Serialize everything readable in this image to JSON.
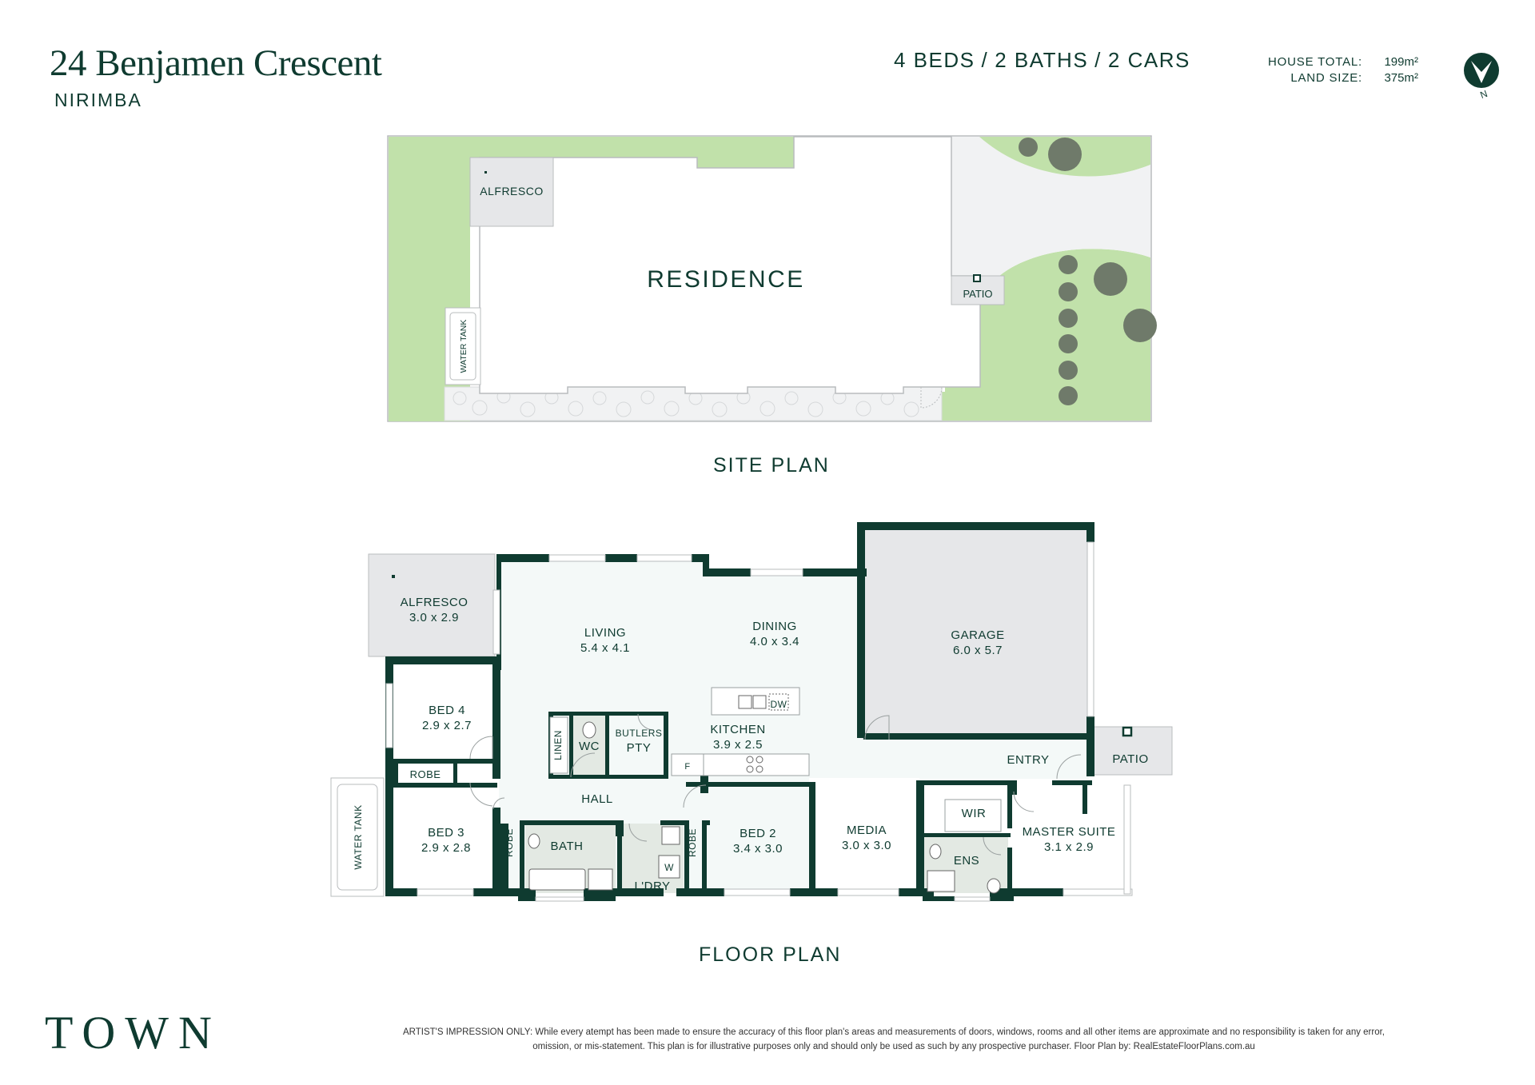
{
  "header": {
    "title": "24 Benjamen Crescent",
    "suburb": "NIRIMBA",
    "beds": "4 BEDS",
    "baths": "2 BATHS",
    "cars": "2 CARS",
    "house_total_label": "HOUSE TOTAL:",
    "house_total_value": "199m²",
    "land_size_label": "LAND SIZE:",
    "land_size_value": "375m²",
    "compass_label": "N"
  },
  "site_plan": {
    "section_title": "SITE PLAN",
    "residence_label": "RESIDENCE",
    "alfresco_label": "ALFRESCO",
    "patio_label": "PATIO",
    "water_tank_label": "WATER TANK"
  },
  "floor_plan": {
    "section_title": "FLOOR PLAN",
    "rooms": {
      "alfresco": {
        "name": "ALFRESCO",
        "size": "3.0 x 2.9"
      },
      "living": {
        "name": "LIVING",
        "size": "5.4 x 4.1"
      },
      "dining": {
        "name": "DINING",
        "size": "4.0 x 3.4"
      },
      "garage": {
        "name": "GARAGE",
        "size": "6.0 x 5.7"
      },
      "bed4": {
        "name": "BED 4",
        "size": "2.9 x 2.7"
      },
      "bed3": {
        "name": "BED 3",
        "size": "2.9 x 2.8"
      },
      "bed2": {
        "name": "BED 2",
        "size": "3.4 x 3.0"
      },
      "kitchen": {
        "name": "KITCHEN",
        "size": "3.9 x 2.5"
      },
      "media": {
        "name": "MEDIA",
        "size": "3.0 x 3.0"
      },
      "master": {
        "name": "MASTER SUITE",
        "size": "3.1 x 2.9"
      }
    },
    "labels": {
      "robe": "ROBE",
      "linen": "LINEN",
      "wc": "WC",
      "butlers": "BUTLERS",
      "pty": "PTY",
      "hall": "HALL",
      "bath": "BATH",
      "laundry": "L'DRY",
      "w": "W",
      "f": "F",
      "dw": "DW",
      "entry": "ENTRY",
      "patio": "PATIO",
      "wir": "WIR",
      "ens": "ENS",
      "water_tank": "WATER TANK"
    }
  },
  "footer": {
    "logo": "TOWN",
    "disclaimer": "ARTIST'S IMPRESSION ONLY: While every atempt has been made to ensure the accuracy of this floor plan's areas and measurements of doors, windows, rooms and all other items are approximate and no responsibility is taken for any error, omission, or mis-statement. This plan is for illustrative purposes only and should only be used as such by any prospective purchaser. Floor Plan by: RealEstateFloorPlans.com.au"
  },
  "colors": {
    "brand": "#0f3b30",
    "lawn": "#c1e1aa",
    "tree": "#6f7a6a",
    "floor_light": "#f4f9f8",
    "garage": "#e6e7e9",
    "wet_area": "#e3e9e3",
    "paving": "#f1f2f3"
  }
}
